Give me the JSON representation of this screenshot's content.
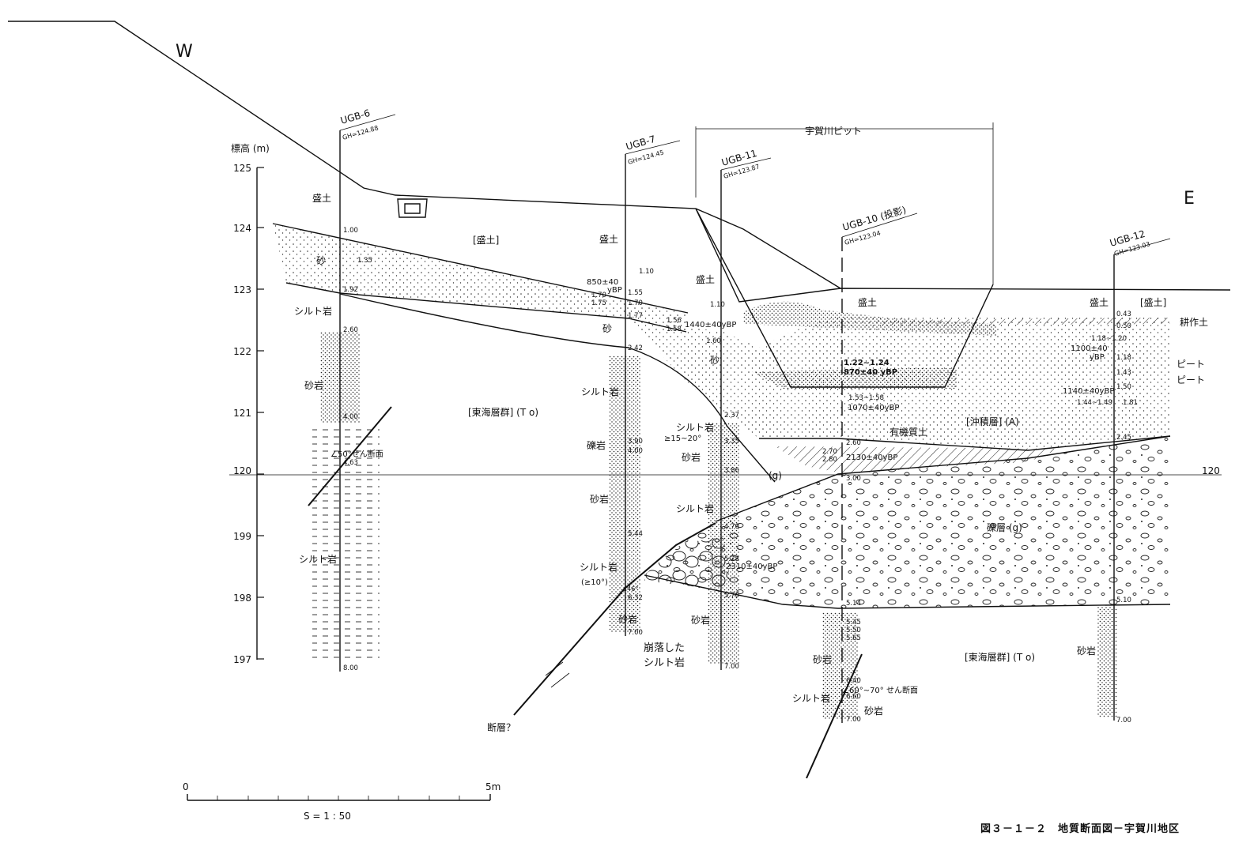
{
  "directions": {
    "west": "W",
    "east": "E"
  },
  "axis": {
    "title": "標高 (m)",
    "ticks": [
      "125",
      "124",
      "123",
      "122",
      "121",
      "120",
      "199",
      "198",
      "197"
    ],
    "right_label": "120"
  },
  "pit_label": "宇賀川ピット",
  "boreholes": [
    {
      "name": "UGB-6",
      "gh": "GH=124.88"
    },
    {
      "name": "UGB-7",
      "gh": "GH=124.45"
    },
    {
      "name": "UGB-11",
      "gh": "GH=123.87"
    },
    {
      "name": "UGB-10 (投影)",
      "gh": "GH=123.04"
    },
    {
      "name": "UGB-12",
      "gh": "GH=123.03"
    }
  ],
  "units": {
    "fill_bracket": "[盛土]",
    "fill_bracket_right": "[盛土]",
    "tokai_left": "[東海層群] (T o)",
    "tokai_right": "[東海層群] (T o)",
    "alluvium": "[沖積層] (A)",
    "gravel_layer": "礫層 (g)",
    "gravel_g": "(g)",
    "organic_soil": "有機質土",
    "cultivated_soil": "耕作土",
    "peat1": "ピート",
    "peat2": "ピート",
    "collapsed_1": "崩落した",
    "collapsed_2": "シルト岩",
    "fault": "断層？"
  },
  "lithology": {
    "fill": "盛土",
    "sand": "砂",
    "silt": "シルト岩",
    "sandstone": "砂岩",
    "conglomerate": "礫岩"
  },
  "annotations": {
    "shear1": "∠50°せん断面",
    "shear2": "∠60°~70° せん断面",
    "dip1": "≥15~20°",
    "dip2": "(≥10°)",
    "dip3": "∠46°",
    "d1": "850±40",
    "d1b": "yBP",
    "d2": "1440±40yBP",
    "d3a": "1.22~1.24",
    "d3b": "870±40 yBP",
    "d4": "1070±40yBP",
    "d5": "1100±40",
    "d5b": "yBP",
    "d6": "1140±40yBP",
    "d7": "2130±40yBP",
    "d8": "2310±40yBP"
  },
  "depths": {
    "b6": [
      "1.00",
      "1.35",
      "1.92",
      "2.60",
      "4.00",
      "4.63",
      "8.00"
    ],
    "b7": [
      "1.10",
      "1.55",
      "1.70",
      "1.75",
      "1.70",
      "1.77",
      "2.42",
      "3.90",
      "4.00",
      "5.44",
      "6.32",
      "7.00"
    ],
    "b11": [
      "1.10",
      "1.56",
      "1.58",
      "1.60",
      "2.37",
      "3.35",
      "3.86",
      "4.70",
      "5.28",
      "5.70",
      "7.00"
    ],
    "b10": [
      "1.53~1.58",
      "2.60",
      "2.70",
      "2.80",
      "3.00",
      "5.14",
      "5.45",
      "5.50",
      "5.65",
      "6.40",
      "6.60",
      "7.00"
    ],
    "b12": [
      "0.43",
      "0.50",
      "1.18~1.20",
      "1.18",
      "1.43",
      "1.50",
      "1.44~1.49",
      "1.81",
      "2.45",
      "5.10",
      "7.00"
    ]
  },
  "scale": {
    "zero": "0",
    "five": "5m",
    "ratio": "S = 1 : 50"
  },
  "caption": "図３－１－２　地質断面図－宇賀川地区"
}
